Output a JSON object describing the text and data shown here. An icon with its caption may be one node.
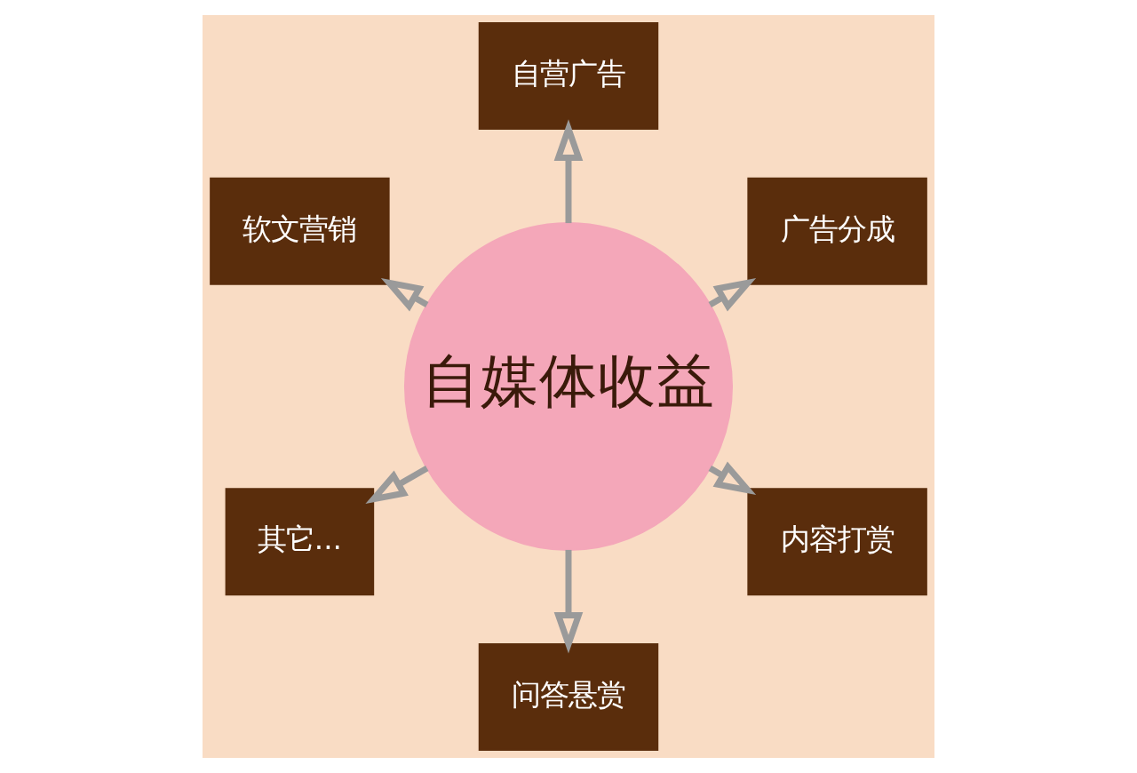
{
  "diagram": {
    "nodes": [
      {
        "text": [
          "自媒体收益"
        ]
      },
      {
        "text": [
          "广告分成"
        ]
      },
      {
        "text": [
          "自营广告"
        ]
      },
      {
        "text": [
          "软文营销"
        ]
      },
      {
        "text": [
          "其它..."
        ]
      },
      {
        "text": [
          "问答悬赏"
        ]
      },
      {
        "text": [
          "内容打赏"
        ]
      }
    ],
    "edges": [
      {
        "from": 0,
        "to": 1,
        "arrow": "to"
      },
      {
        "from": 0,
        "to": 2,
        "arrow": "to"
      },
      {
        "from": 0,
        "to": 3,
        "arrow": "to"
      },
      {
        "from": 0,
        "to": 4,
        "arrow": "to"
      },
      {
        "from": 0,
        "to": 5,
        "arrow": "to"
      },
      {
        "from": 0,
        "to": 6,
        "arrow": "to"
      }
    ]
  }
}
